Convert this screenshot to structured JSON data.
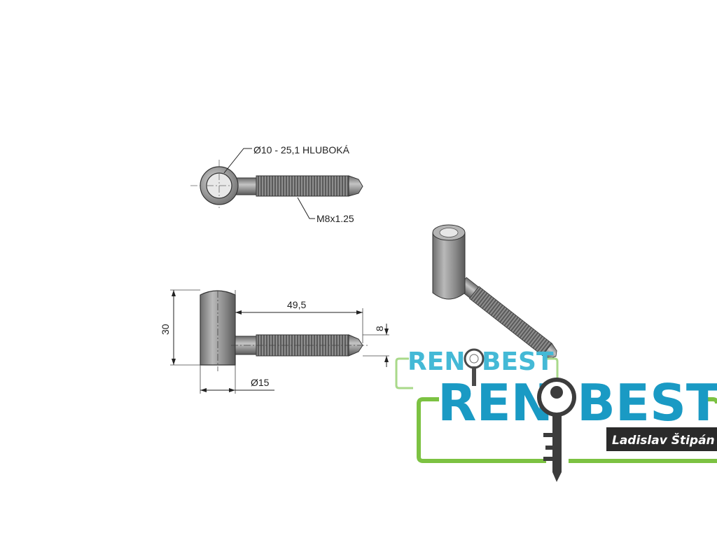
{
  "drawing": {
    "top_view": {
      "hole_callout": "Ø10 - 25,1 HLUBOKÁ",
      "thread_callout": "M8x1.25"
    },
    "side_view": {
      "height_dim": "30",
      "length_dim": "49,5",
      "thread_dia_dim": "8",
      "barrel_dia_dim": "Ø15"
    }
  },
  "logo": {
    "small_wordmark_left": "REN",
    "small_wordmark_right": "BEST",
    "big_wordmark_left": "REN",
    "big_wordmark_right": "BEST",
    "owner_name": "Ladislav Štipán",
    "colors": {
      "primary_blue": "#1a9ac4",
      "light_blue": "#44b9d6",
      "green": "#7cc242",
      "light_green": "#a9d98a",
      "key_gray": "#3c3c3c",
      "tag_bg": "#2a2a2a"
    },
    "icons": [
      "key-icon",
      "key-icon-small"
    ]
  }
}
